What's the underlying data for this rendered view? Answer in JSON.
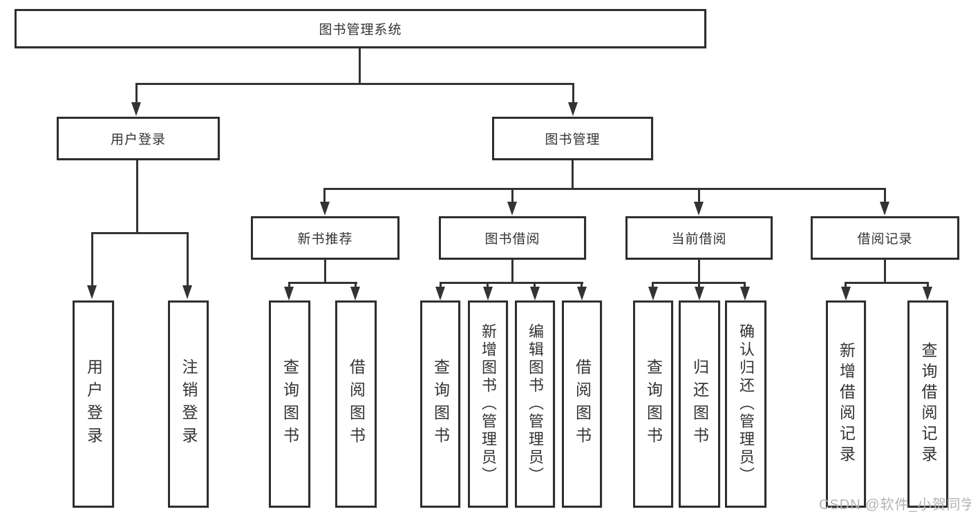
{
  "colors": {
    "line": "#333333",
    "box_border": "#2e2e2e",
    "box_fill": "#ffffff",
    "text": "#333333",
    "watermark_text_color": "#b3b3b3",
    "background": "#ffffff"
  },
  "tree": {
    "root": "图书管理系统",
    "branches": [
      {
        "label": "用户登录",
        "children": [
          "用户登录",
          "注销登录"
        ]
      },
      {
        "label": "图书管理",
        "groups": [
          {
            "label": "新书推荐",
            "children": [
              "查询图书",
              "借阅图书"
            ]
          },
          {
            "label": "图书借阅",
            "children": [
              "查询图书",
              "新增图书（管理员）",
              "编辑图书（管理员）",
              "借阅图书"
            ]
          },
          {
            "label": "当前借阅",
            "children": [
              "查询图书",
              "归还图书",
              "确认归还（管理员）"
            ]
          },
          {
            "label": "借阅记录",
            "children": [
              "新增借阅记录",
              "查询借阅记录"
            ]
          }
        ]
      }
    ]
  },
  "watermark": {
    "text": "CSDN @软件_小贺同学"
  }
}
